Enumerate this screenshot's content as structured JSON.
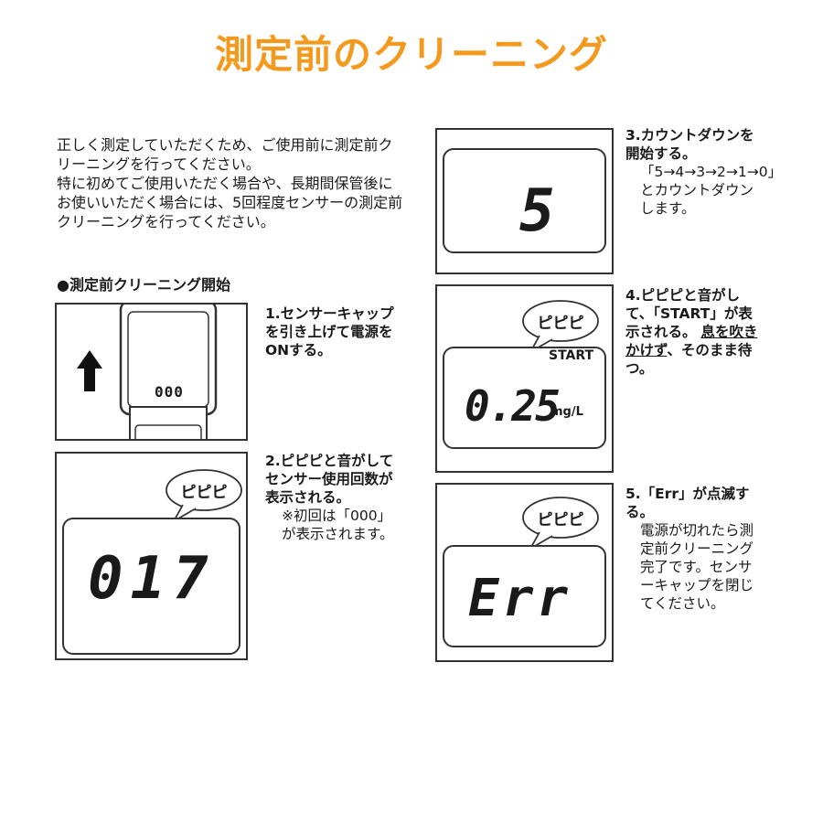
{
  "title": "測定前のクリーニング",
  "intro": {
    "p1": "正しく測定していただくため、ご使用前に測定前クリーニングを行ってください。",
    "p2": "特に初めてご使用いただく場合や、長期間保管後にお使いいただく場合には、5回程度センサーの測定前クリーニングを行ってください。"
  },
  "section_heading": "●測定前クリーニング開始",
  "bubble_text": "ピピピ",
  "steps": {
    "s1": {
      "text": "1.センサーキャップを引き上げて電源をONする。",
      "device_label": "000"
    },
    "s2": {
      "main": "2.ピピピと音がしてセンサー使用回数が表示される。",
      "note": "※初回は「000」が表示されます。",
      "display": "017"
    },
    "s3": {
      "main": "3.カウントダウンを開始する。",
      "sub": "「5→4→3→2→1→0」とカウントダウンします。",
      "display": "5"
    },
    "s4": {
      "main_pre": "4.ピピピと音がして、「START」が表示される。",
      "underline": "息を吹きかけず",
      "main_post": "、そのまま待つ。",
      "indicator": "START",
      "display": "0.25",
      "unit": "mg/L"
    },
    "s5": {
      "main": "5.「Err」が点滅する。",
      "sub": "電源が切れたら測定前クリーニング完了です。センサーキャップを閉じてください。",
      "display": "Err"
    }
  },
  "colors": {
    "title": "#f39a1e",
    "line": "#333333"
  }
}
